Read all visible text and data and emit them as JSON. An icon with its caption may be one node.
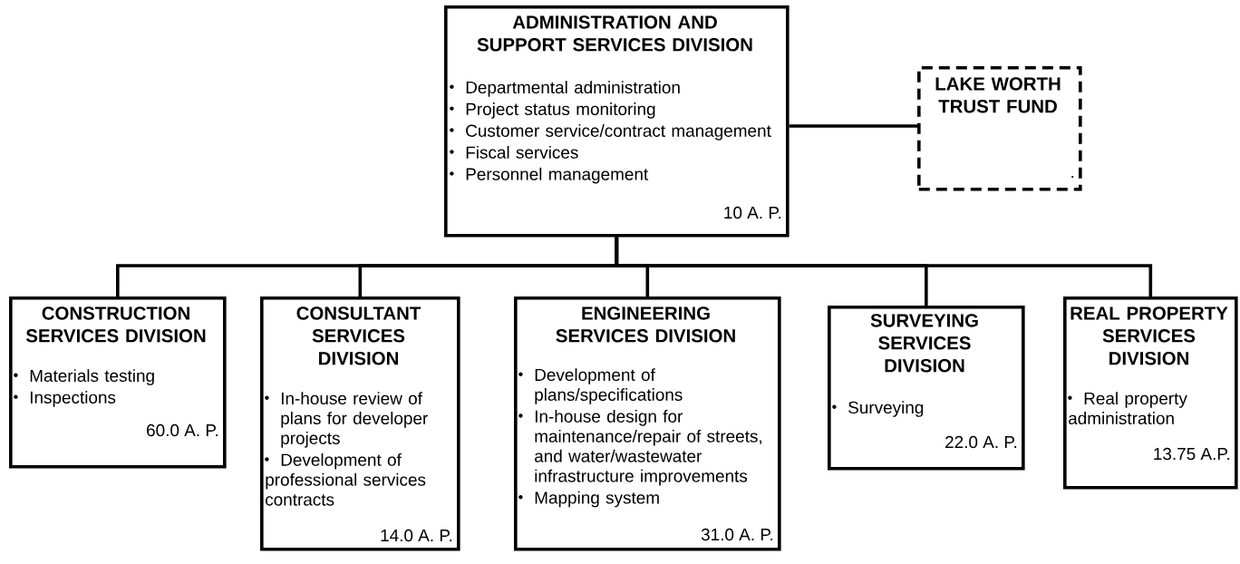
{
  "diagram": {
    "nodes": [
      {
        "text": [
          "ADMINISTRATION AND SUPPORT SERVICES DIVISION",
          "Departmental administration",
          "Project status monitoring",
          "Customer service/contract management",
          "Fiscal services",
          "Personnel management",
          "10 A. P."
        ]
      },
      {
        "text": [
          "LAKE WORTH TRUST FUND",
          "."
        ]
      },
      {
        "text": [
          "CONSTRUCTION SERVICES DIVISION",
          "Materials testing",
          "Inspections",
          "60.0 A. P."
        ]
      },
      {
        "text": [
          "CONSULTANT SERVICES DIVISION",
          "In-house review of plans for developer projects",
          "Development of professional services contracts",
          "14.0 A. P."
        ]
      },
      {
        "text": [
          "ENGINEERING SERVICES DIVISION",
          "Development of plans/specifications",
          "In-house design for maintenance/repair of streets, and water/wastewater infrastructure improvements",
          "Mapping system",
          "31.0 A. P."
        ]
      },
      {
        "text": [
          "SURVEYING SERVICES DIVISION",
          "Surveying",
          "22.0 A. P."
        ]
      },
      {
        "text": [
          "REAL PROPERTY SERVICES DIVISION",
          "Real property administration",
          "13.75 A.P."
        ]
      }
    ],
    "edges": [
      {
        "from": 0,
        "to": 1,
        "arrow": "none"
      },
      {
        "from": 0,
        "to": 2,
        "arrow": "none"
      },
      {
        "from": 0,
        "to": 3,
        "arrow": "none"
      },
      {
        "from": 0,
        "to": 4,
        "arrow": "none"
      },
      {
        "from": 0,
        "to": 5,
        "arrow": "none"
      },
      {
        "from": 0,
        "to": 6,
        "arrow": "none"
      }
    ]
  }
}
